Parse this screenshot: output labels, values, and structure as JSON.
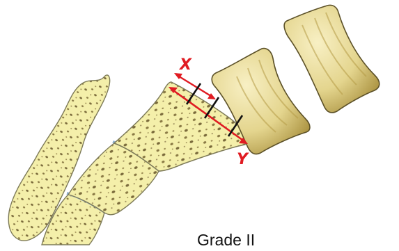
{
  "labels": {
    "x": "X",
    "y": "Y",
    "grade": "Grade II"
  },
  "colors": {
    "bone_fill": "#f4efaa",
    "bone_stroke": "#7d7a58",
    "vertebra_fill": "#ede2a0",
    "vertebra_shade": "#a9923d",
    "vertebra_stroke": "#5c5128",
    "measure_red": "#e01b22",
    "tick_black": "#111111",
    "disc_blue": "#8fb0cc"
  }
}
